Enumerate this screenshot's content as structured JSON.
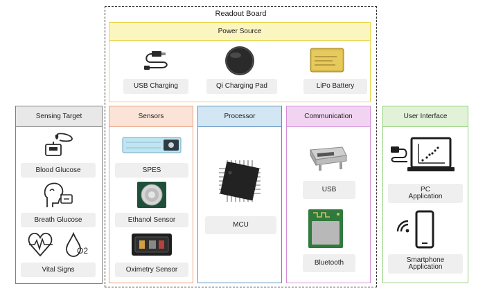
{
  "readout_board": {
    "title": "Readout Board"
  },
  "power_source": {
    "title": "Power Source",
    "items": [
      {
        "label": "USB Charging",
        "icon": "usb-cable-icon"
      },
      {
        "label": "Qi Charging Pad",
        "icon": "qi-charging-pad-icon"
      },
      {
        "label": "LiPo Battery",
        "icon": "lipo-battery-icon"
      }
    ]
  },
  "sensing_target": {
    "title": "Sensing Target",
    "items": [
      {
        "label": "Blood Glucose",
        "icon": "blood-glucose-icon"
      },
      {
        "label": "Breath Glucose",
        "icon": "breath-glucose-icon"
      },
      {
        "label": "Vital Signs",
        "icon": "vital-signs-icon",
        "icon_text": "O2"
      }
    ]
  },
  "sensors": {
    "title": "Sensors",
    "items": [
      {
        "label": "SPES",
        "icon": "spes-strip-icon"
      },
      {
        "label": "Ethanol Sensor",
        "icon": "ethanol-sensor-icon"
      },
      {
        "label": "Oximetry Sensor",
        "icon": "oximetry-sensor-icon"
      }
    ]
  },
  "processor": {
    "title": "Processor",
    "items": [
      {
        "label": "MCU",
        "icon": "mcu-chip-icon"
      }
    ]
  },
  "communication": {
    "title": "Communication",
    "items": [
      {
        "label": "USB",
        "icon": "usb-port-icon"
      },
      {
        "label": "Bluetooth",
        "icon": "bluetooth-module-icon"
      }
    ]
  },
  "user_interface": {
    "title": "User Interface",
    "items": [
      {
        "label_line1": "PC",
        "label_line2": "Application",
        "icon": "laptop-icon"
      },
      {
        "label_line1": "Smartphone",
        "label_line2": "Application",
        "icon": "smartphone-icon"
      }
    ]
  },
  "colors": {
    "power_source": "#f2e45a",
    "sensors": "#e8a07e",
    "processor": "#5b8fc0",
    "communication": "#d48fd8",
    "user_interface": "#8fcf74",
    "sensing_target": "#7f7f7f"
  }
}
